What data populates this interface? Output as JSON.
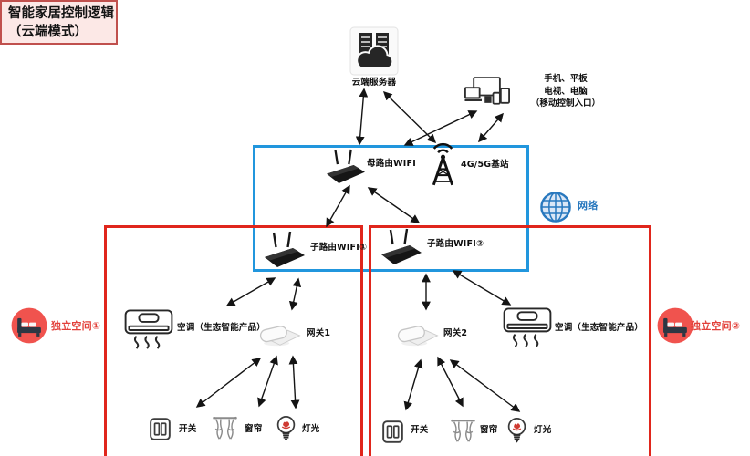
{
  "colors": {
    "blue_border": "#2196dd",
    "red_border": "#e0261c",
    "title_bg": "#fce8e6",
    "title_border": "#c0504d",
    "net_blue": "#2878be",
    "space_red": "#e2403a",
    "bed_circle": "#f0534e",
    "arrow": "#141414"
  },
  "title_box": {
    "line1": "智能家居控制逻辑",
    "line2": "（云端模式）"
  },
  "cloud_server_label": "云端服务器",
  "devices_label_lines": [
    "手机、平板",
    "电视、电脑",
    "（移动控制入口）"
  ],
  "network_label": "网络",
  "backbone": {
    "mother_router": "母路由WIFI",
    "base_station": "4G/5G基站",
    "sub_router_1": "子路由WIFI①",
    "sub_router_2": "子路由WIFI②"
  },
  "room1": {
    "space": "独立空间①",
    "ac": "空调（生态智能产品）",
    "gateway": "网关1",
    "switch": "开关",
    "curtain": "窗帘",
    "light": "灯光"
  },
  "room2": {
    "space": "独立空间②",
    "ac": "空调（生态智能产品）",
    "gateway": "网关2",
    "switch": "开关",
    "curtain": "窗帘",
    "light": "灯光"
  }
}
